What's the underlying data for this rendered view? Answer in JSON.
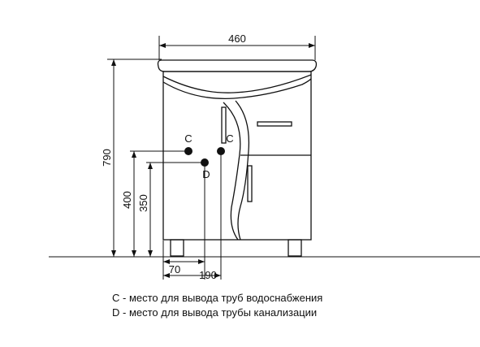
{
  "dimensions": {
    "width": "460",
    "height": "790",
    "height_c": "400",
    "height_d": "350",
    "offset_d": "70",
    "offset_c": "190"
  },
  "points": {
    "c_left": "C",
    "c_right": "C",
    "d": "D"
  },
  "legend": {
    "line_c": "C - место для вывода труб водоснабжения",
    "line_d": "D - место для вывода трубы канализации"
  },
  "colors": {
    "line": "#111111",
    "background": "#ffffff"
  }
}
